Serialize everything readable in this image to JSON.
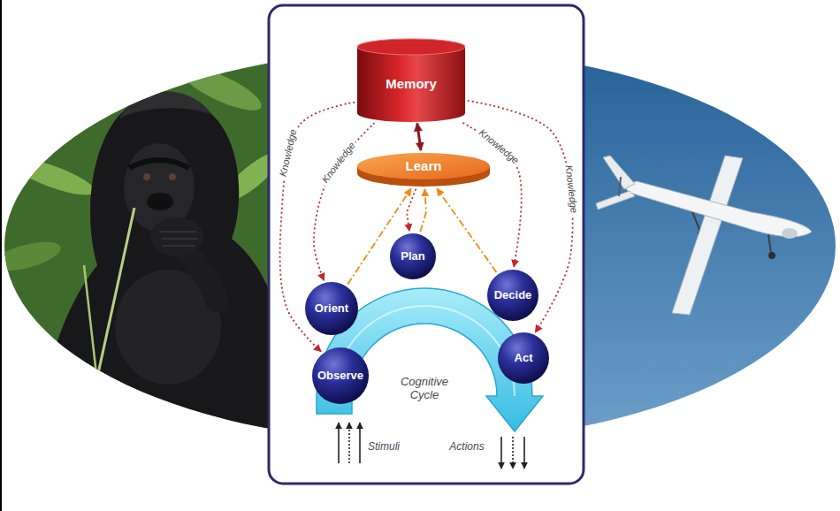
{
  "diagram": {
    "nodes": [
      {
        "text": [
          "Memory"
        ]
      },
      {
        "text": [
          "Learn"
        ]
      },
      {
        "text": [
          "Plan"
        ]
      },
      {
        "text": [
          "Orient"
        ]
      },
      {
        "text": [
          "Decide"
        ]
      },
      {
        "text": [
          "Observe"
        ]
      },
      {
        "text": [
          "Act"
        ]
      }
    ],
    "edges": [
      {
        "from": 0,
        "to": 5,
        "label": "Knowledge",
        "arrow": "to"
      },
      {
        "from": 0,
        "to": 3,
        "label": "Knowledge",
        "arrow": "to"
      },
      {
        "from": 0,
        "to": 6,
        "label": "Knowledge",
        "arrow": "to"
      },
      {
        "from": 0,
        "to": 4,
        "label": "Knowledge",
        "arrow": "to"
      },
      {
        "from": 0,
        "to": 1,
        "arrow": "both"
      },
      {
        "from": 1,
        "to": 2,
        "arrow": "to"
      },
      {
        "from": 3,
        "to": 1,
        "arrow": "to"
      },
      {
        "from": 2,
        "to": 1,
        "arrow": "to"
      },
      {
        "from": 4,
        "to": 1,
        "arrow": "to"
      }
    ],
    "labels": [
      "Cognitive Cycle",
      "Stimuli",
      "Actions"
    ]
  }
}
